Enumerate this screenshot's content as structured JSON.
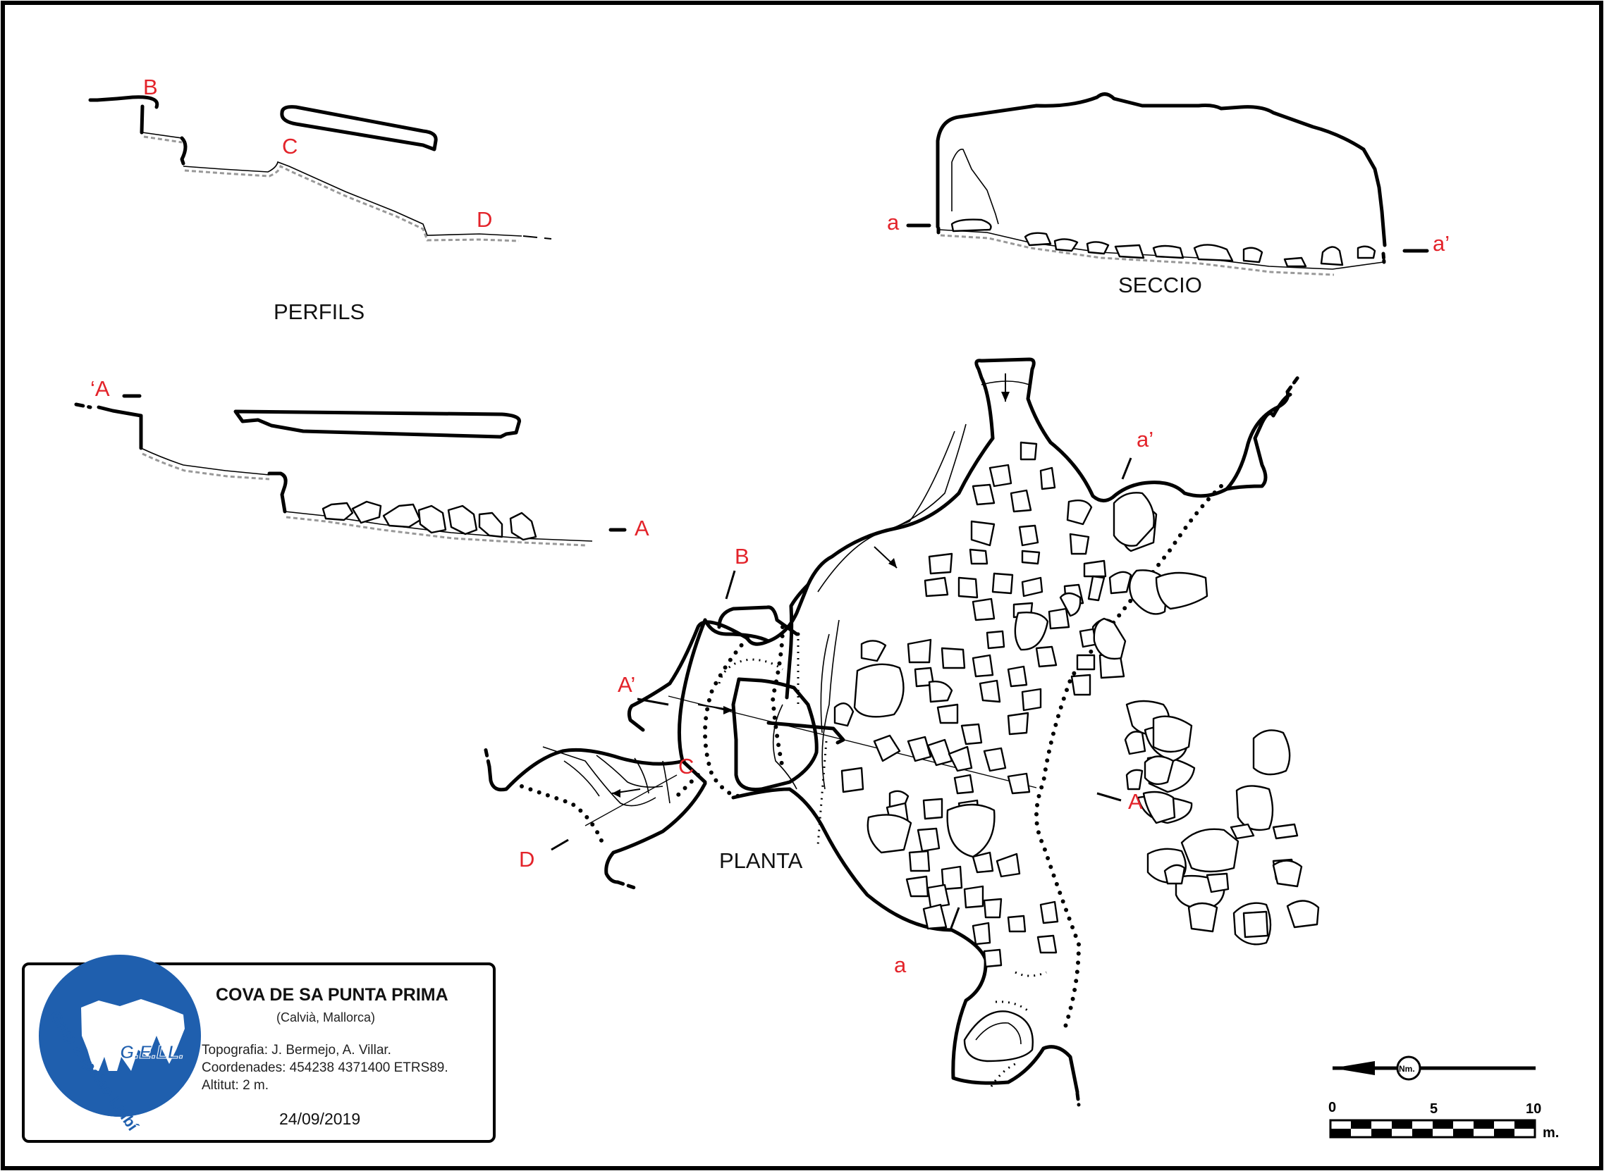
{
  "labels": {
    "perfils": "PERFILS",
    "seccio": "SECCIO",
    "planta": "PLANTA",
    "B": "B",
    "C": "C",
    "D": "D",
    "A_prime": "A’",
    "A_start": "‘A",
    "A": "A",
    "a": "a",
    "a_prime": "a’"
  },
  "title_block": {
    "title": "COVA DE SA PUNTA PRIMA",
    "location": "(Calvià, Mallorca)",
    "topografia": "Topografia: J. Bermejo, A. Villar.",
    "coordenades": "Coordenades: 454238 4371400 ETRS89.",
    "altitut": "Altitut: 2 m.",
    "date": "24/09/2019"
  },
  "logo": {
    "acronym": "G.E.LL.",
    "group_name": "Grup Espeleo Llubí",
    "color": "#1f5fae"
  },
  "north": {
    "label": "Nm."
  },
  "scale": {
    "zero": "0",
    "mid": "5",
    "max": "10",
    "unit": "m."
  },
  "colors": {
    "labels": "#e3232a",
    "lines": "#000000"
  }
}
